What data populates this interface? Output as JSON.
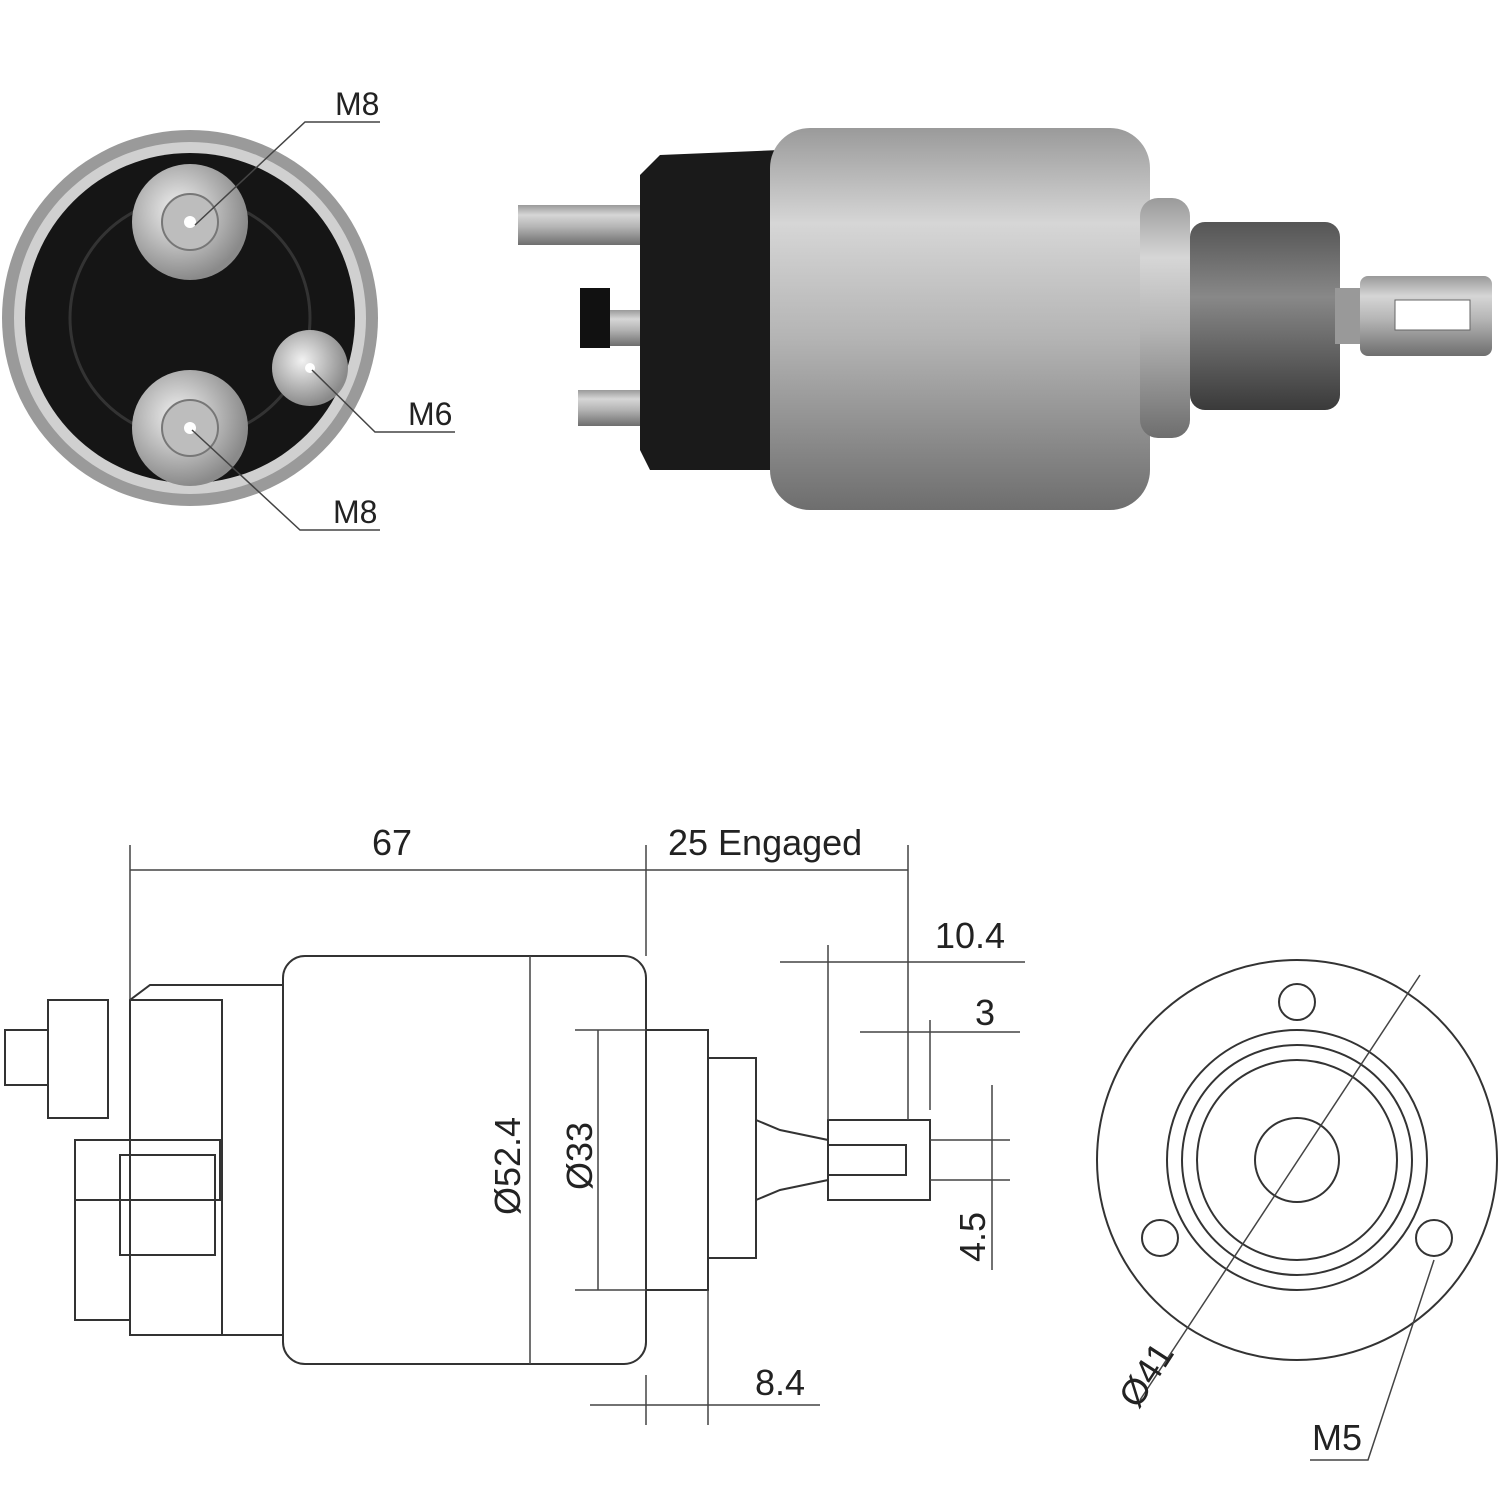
{
  "photo_end_view": {
    "labels": {
      "terminal_top": "M8",
      "terminal_small": "M6",
      "terminal_bottom": "M8"
    }
  },
  "drawing": {
    "dimensions": {
      "body_length": "67",
      "plunger_travel": "25 Engaged",
      "eye_length": "10.4",
      "eye_offset": "3",
      "body_diameter": "Ø52.4",
      "boss_diameter": "Ø33",
      "eye_width": "4.5",
      "boss_length": "8.4",
      "bolt_circle": "Ø41",
      "mount_thread": "M5"
    }
  },
  "colors": {
    "line": "#333333",
    "metal_light": "#c8c8c8",
    "metal_dark": "#7a7a7a",
    "black_cap": "#1a1a1a"
  }
}
